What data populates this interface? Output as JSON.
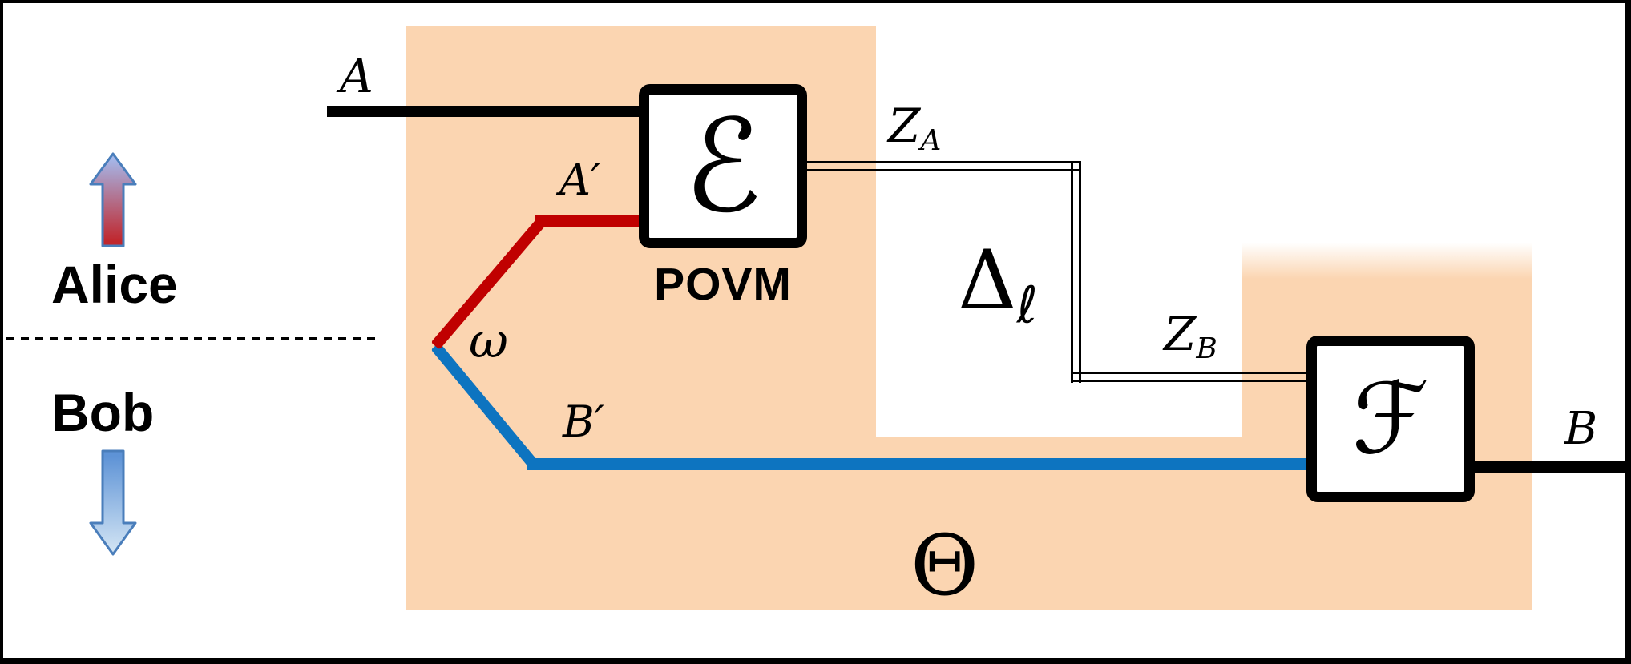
{
  "parties": {
    "alice": "Alice",
    "bob": "Bob"
  },
  "boxes": {
    "measurement": {
      "symbol": "ℰ",
      "caption": "POVM"
    },
    "decoder": {
      "symbol": "ℱ"
    }
  },
  "labels": {
    "wire_a": "A",
    "wire_a_prime": "A′",
    "wire_b_prime": "B′",
    "wire_b": "B",
    "shared_state": "ω",
    "z_a": {
      "base": "Z",
      "sub": "A"
    },
    "z_b": {
      "base": "Z",
      "sub": "B"
    },
    "channel": {
      "base": "Δ",
      "sub": "ℓ"
    },
    "theta_region": "Θ"
  },
  "colors": {
    "theta_fill": "#FBD5B1",
    "alice_wire_red": "#C00000",
    "bob_wire_blue": "#0D74C0",
    "ink": "#000000",
    "arrow_up_top": "#A5B8EA",
    "arrow_up_bottom": "#C0272D",
    "arrow_down_top": "#5E93D6",
    "arrow_down_bottom": "#CFE2F3",
    "arrow_border": "#4A7EBB"
  }
}
